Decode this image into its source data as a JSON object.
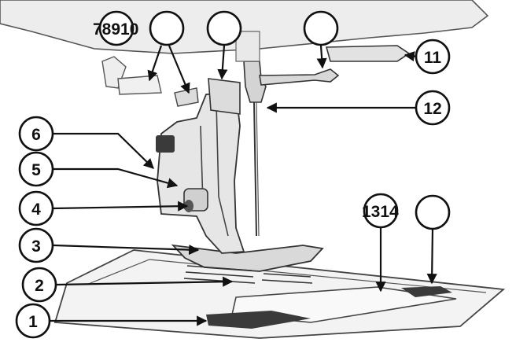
{
  "callouts": {
    "c1": "1",
    "c2": "2",
    "c3": "3",
    "c4": "4",
    "c5": "5",
    "c6": "6",
    "c7_10": "78910",
    "c_blank_a": "",
    "c_blank_b": "",
    "c_blank_c": "",
    "c11": "11",
    "c12": "12",
    "c13_14": "1314",
    "c_blank_d": ""
  },
  "colors": {
    "outline": "#111111",
    "machine_body": "#ececec",
    "metal_dark": "#3a3a3a",
    "plate": "#f4f4f4"
  }
}
